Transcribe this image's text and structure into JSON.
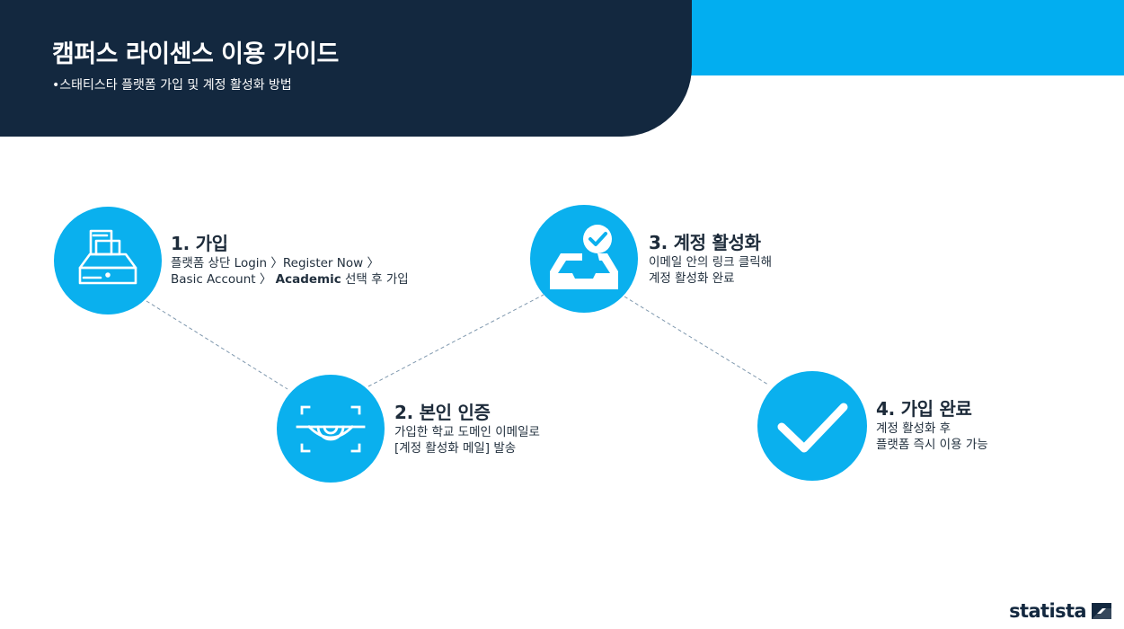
{
  "header": {
    "title": "캠퍼스 라이센스 이용 가이드",
    "subtitle": "•스태티스타 플랫폼 가입 및 계정 활성화 방법"
  },
  "steps": [
    {
      "title": "1. 가입",
      "line1": "플랫폼 상단 Login 〉Register Now 〉",
      "line2_pre": "Basic Account 〉",
      "line2_bold": "Academic",
      "line2_post": " 선택 후 가입",
      "icon": "cash-register-icon"
    },
    {
      "title": "2. 본인 인증",
      "line1": "가입한 학교 도메인 이메일로",
      "line2": "[계정 활성화 메일] 발송",
      "icon": "eye-scan-icon"
    },
    {
      "title": "3. 계정 활성화",
      "line1": "이메일 안의 링크 클릭해",
      "line2": "계정 활성화 완료",
      "icon": "inbox-check-icon"
    },
    {
      "title": "4. 가입 완료",
      "line1": "계정 활성화 후",
      "line2": "플랫폼 즉시 이용 가능",
      "icon": "checkmark-icon"
    }
  ],
  "logo": {
    "text": "statista",
    "icon": "statista-logo-icon"
  },
  "colors": {
    "navy": "#13283f",
    "accent": "#02aef0",
    "circle": "#0ab0ee"
  }
}
